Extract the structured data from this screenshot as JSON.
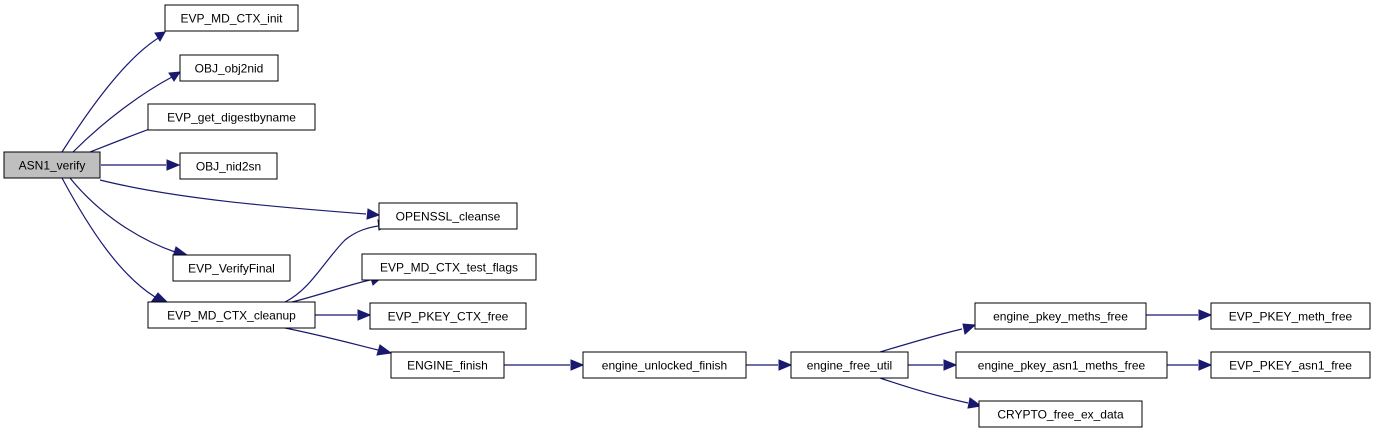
{
  "graph": {
    "root": "ASN1_verify",
    "colors": {
      "edge": "#191970",
      "root_fill": "#bfbfbf",
      "node_fill": "#ffffff",
      "border": "#000000"
    },
    "nodes": {
      "asn1_verify": "ASN1_verify",
      "evp_md_ctx_init": "EVP_MD_CTX_init",
      "obj_obj2nid": "OBJ_obj2nid",
      "evp_get_digestbyname": "EVP_get_digestbyname",
      "obj_nid2sn": "OBJ_nid2sn",
      "openssl_cleanse": "OPENSSL_cleanse",
      "evp_verifyfinal": "EVP_VerifyFinal",
      "evp_md_ctx_test_flags": "EVP_MD_CTX_test_flags",
      "evp_md_ctx_cleanup": "EVP_MD_CTX_cleanup",
      "evp_pkey_ctx_free": "EVP_PKEY_CTX_free",
      "engine_finish": "ENGINE_finish",
      "engine_unlocked_finish": "engine_unlocked_finish",
      "engine_free_util": "engine_free_util",
      "engine_pkey_meths_free": "engine_pkey_meths_free",
      "engine_pkey_asn1_meths_free": "engine_pkey_asn1_meths_free",
      "crypto_free_ex_data": "CRYPTO_free_ex_data",
      "evp_pkey_meth_free": "EVP_PKEY_meth_free",
      "evp_pkey_asn1_free": "EVP_PKEY_asn1_free"
    },
    "edges": [
      [
        "asn1_verify",
        "evp_md_ctx_init"
      ],
      [
        "asn1_verify",
        "obj_obj2nid"
      ],
      [
        "asn1_verify",
        "evp_get_digestbyname"
      ],
      [
        "asn1_verify",
        "obj_nid2sn"
      ],
      [
        "asn1_verify",
        "openssl_cleanse"
      ],
      [
        "asn1_verify",
        "evp_verifyfinal"
      ],
      [
        "asn1_verify",
        "evp_md_ctx_cleanup"
      ],
      [
        "evp_md_ctx_cleanup",
        "openssl_cleanse"
      ],
      [
        "evp_md_ctx_cleanup",
        "evp_md_ctx_test_flags"
      ],
      [
        "evp_md_ctx_cleanup",
        "evp_pkey_ctx_free"
      ],
      [
        "evp_md_ctx_cleanup",
        "engine_finish"
      ],
      [
        "engine_finish",
        "engine_unlocked_finish"
      ],
      [
        "engine_unlocked_finish",
        "engine_free_util"
      ],
      [
        "engine_free_util",
        "engine_pkey_meths_free"
      ],
      [
        "engine_free_util",
        "engine_pkey_asn1_meths_free"
      ],
      [
        "engine_free_util",
        "crypto_free_ex_data"
      ],
      [
        "engine_pkey_meths_free",
        "evp_pkey_meth_free"
      ],
      [
        "engine_pkey_asn1_meths_free",
        "evp_pkey_asn1_free"
      ]
    ]
  }
}
